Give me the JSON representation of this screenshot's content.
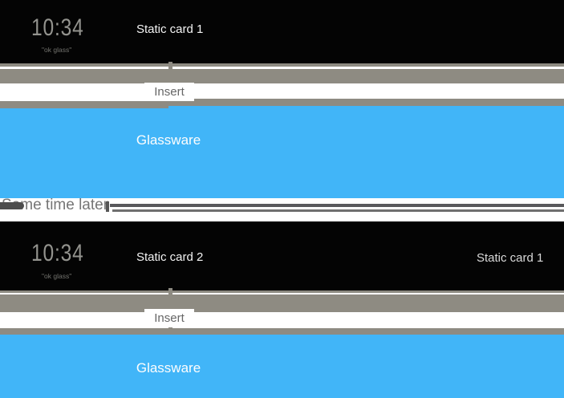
{
  "colors": {
    "card_bg": "#040404",
    "timeline_gray": "#8e8b82",
    "glassware_blue": "#41b5f8",
    "separator_dark": "#4d4d4d"
  },
  "timeline1": {
    "clock": "10:34",
    "hotword": "\"ok glass\"",
    "card_label": "Static card 1",
    "insert_label": "Insert",
    "glassware_label": "Glassware"
  },
  "separator": {
    "text": "Some time later"
  },
  "timeline2": {
    "clock": "10:34",
    "hotword": "\"ok glass\"",
    "card_label": "Static card 2",
    "card_label_secondary": "Static card 1",
    "insert_label": "Insert",
    "glassware_label": "Glassware"
  }
}
